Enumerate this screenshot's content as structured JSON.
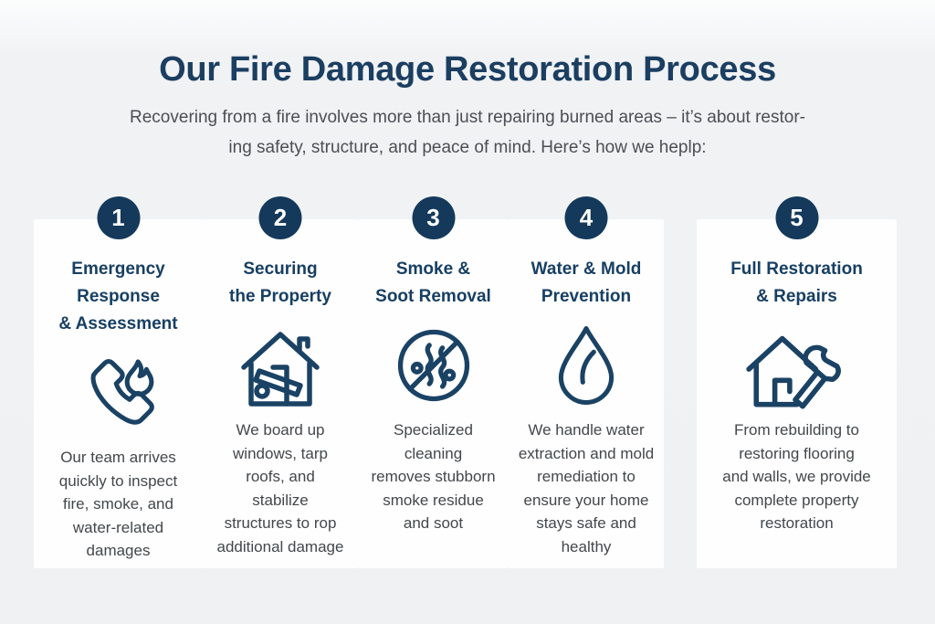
{
  "page": {
    "title": "Our Fire Damage Restoration Process",
    "subtitle": "Recovering from a fire involves more than just repairing burned areas – it’s about restor-\ning safety, structure, and peace of mind. Here’s how we heplp:"
  },
  "colors": {
    "navy": "#14395b",
    "title_navy": "#1b3e61",
    "body_text": "#43474b",
    "card_bg": "#fefefe",
    "page_bg": "#eff1f3",
    "badge_number": "#ffffff"
  },
  "steps": [
    {
      "number": "1",
      "title": "Emergency\nResponse\n& Assessment",
      "icon": "phone-flame-icon",
      "description": "Our team arrives\nquickly to inspect\nfire, smoke, and\nwater-related\ndamages"
    },
    {
      "number": "2",
      "title": "Securing\nthe Property",
      "icon": "boarded-house-icon",
      "description": "We board up\nwindows, tarp\nroofs, and\nstabilize\nstructures to rop\nadditional damage"
    },
    {
      "number": "3",
      "title": "Smoke &\nSoot Removal",
      "icon": "no-smoke-icon",
      "description": "Specialized cleaning\nremoves stubborn\nsmoke residue\nand soot"
    },
    {
      "number": "4",
      "title": "Water & Mold\nPrevention",
      "icon": "water-droplet-icon",
      "description": "We handle water\nextraction and mold\nremediation to\nensure your home\nstays safe and healthy"
    },
    {
      "number": "5",
      "title": "Full Restoration\n& Repairs",
      "icon": "house-hammer-icon",
      "description": "From rebuilding to\nrestoring flooring\nand walls, we provide\ncomplete property\nrestoration"
    }
  ]
}
